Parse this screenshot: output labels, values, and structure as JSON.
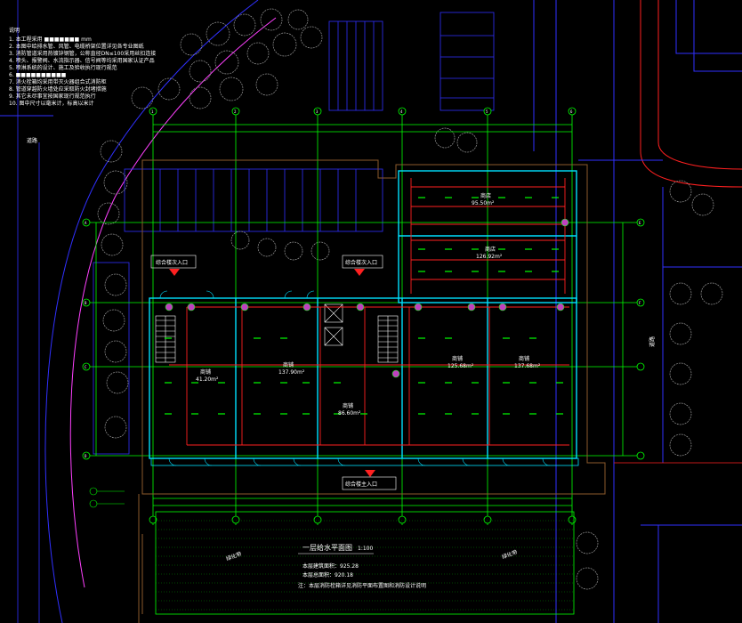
{
  "drawing": {
    "notes_title": "说明",
    "notes": [
      "1. 本工程采用 ■■■■■■■ mm",
      "2. 本图中给排水管、风管、电缆桥架位置详见各专业图纸",
      "3. 消防管道采用热镀锌钢管，公称直径DN≤100采用丝扣连接",
      "4. 喷头、报警阀、水流指示器、信号阀等均采用国家认证产品",
      "5. 喷淋系统的设计、施工及验收执行现行规范",
      "6. ■■■■■■■■■■",
      "7. 消火栓箱均采用带灭火器组合式消防柜",
      "8. 管道穿越防火墙处应采取防火封堵措施",
      "9. 其它未尽事宜按国家现行规范执行",
      "10. 图中尺寸以毫米计，标高以米计"
    ],
    "entrances": {
      "east_entrance": "综合楼次入口",
      "north_entrance": "综合楼次入口",
      "main_entrance": "综合楼主入口"
    },
    "rooms": {
      "store_a": {
        "name": "商店",
        "area": "95.50m²"
      },
      "store_b": {
        "name": "商店",
        "area": "126.92m²"
      },
      "shop_1": {
        "name": "商铺",
        "area": "41.20m²"
      },
      "shop_2": {
        "name": "商铺",
        "area": "137.90m²"
      },
      "shop_3": {
        "name": "商铺",
        "area": "86.60m²"
      },
      "shop_4": {
        "name": "商铺",
        "area": "125.68m²"
      },
      "shop_5": {
        "name": "商铺",
        "area": "137.68m²"
      }
    },
    "plan_title": "一层给水平面图",
    "plan_scale": "1:100",
    "plan_note_1": "本层建筑面积：925.28",
    "plan_note_2": "本层总面积：920.18",
    "plan_note_3": "注：本层消防栓箱详见消防平面布置图和消防设计说明",
    "greenery_left": "绿化带",
    "greenery_right": "绿化带",
    "side_label_left": "道路",
    "side_label_right": "道路",
    "grid_axes_top": [
      "1",
      "2",
      "3",
      "4",
      "5",
      "6"
    ],
    "grid_axes_side": [
      "A",
      "B",
      "C",
      "D",
      "E",
      "F"
    ]
  },
  "colors": {
    "background": "#000000",
    "wall": "#ffffff",
    "grid": "#00ff00",
    "pipe_red": "#ff2020",
    "blue": "#3030ff",
    "cyan": "#00ffff",
    "magenta": "#ff40ff",
    "yellow": "#ffff00",
    "brown": "#8b5a2b"
  }
}
